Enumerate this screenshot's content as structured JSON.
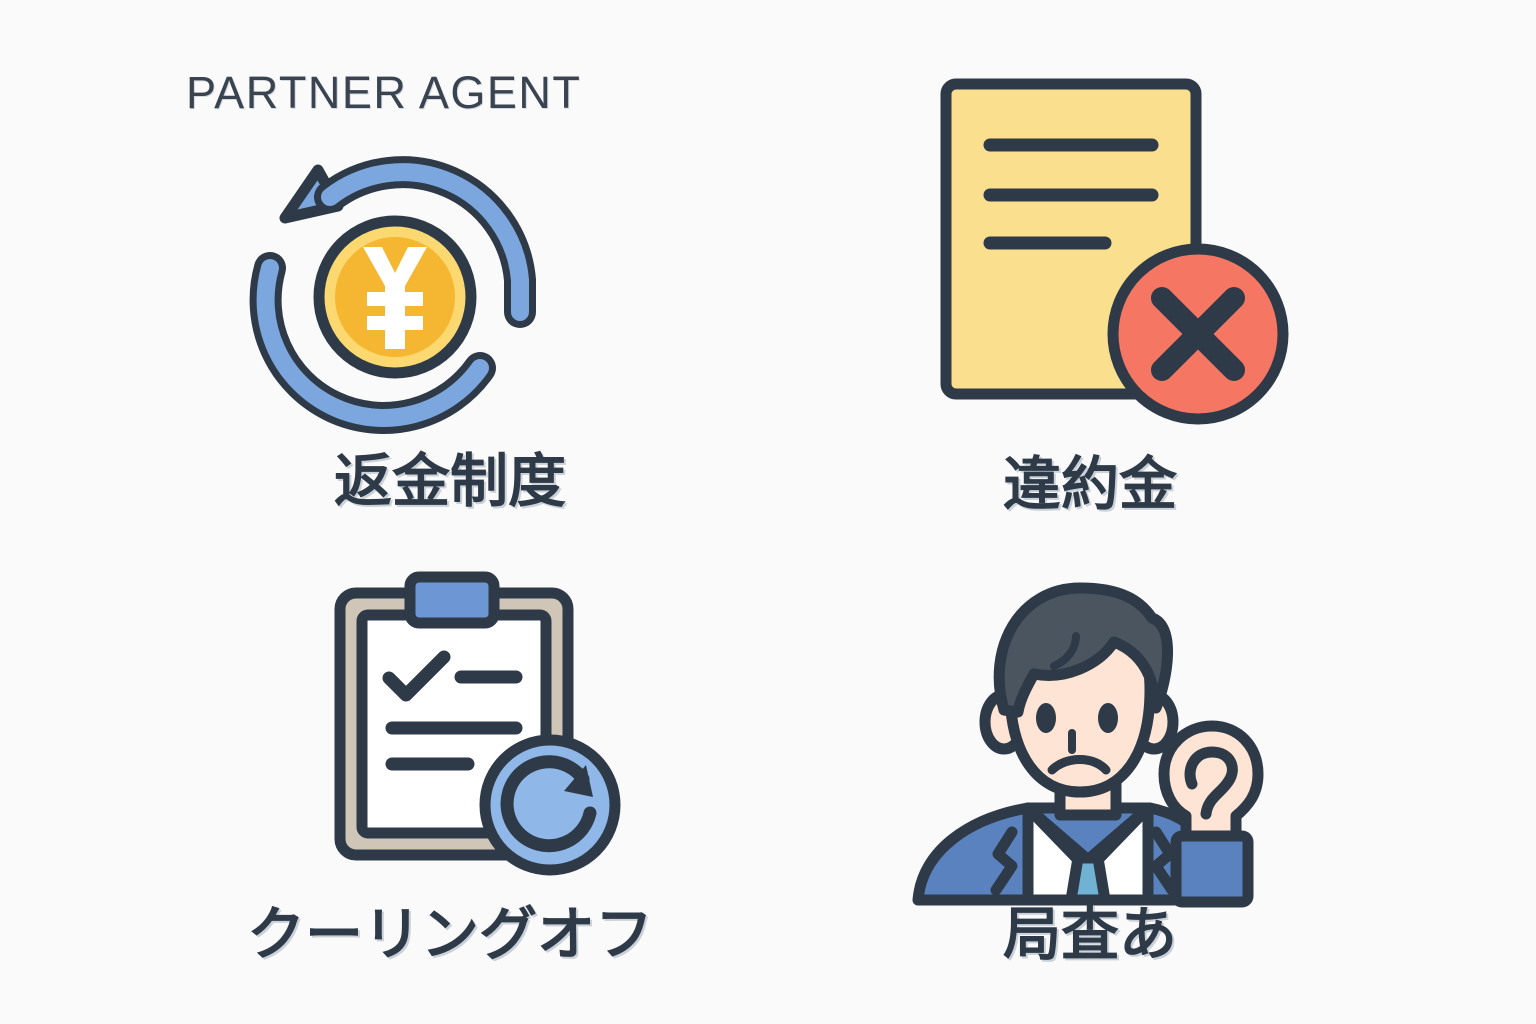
{
  "page": {
    "background_color": "#fafafa",
    "brand_title": "PARTNER AGENT"
  },
  "palette": {
    "stroke_dark": "#2e3a47",
    "blue_arrow": "#7ba7de",
    "blue_badge": "#8fb8e8",
    "blue_clip": "#6d96d4",
    "suit_blue": "#5a82be",
    "tie_blue": "#6fb2d4",
    "coin_outer": "#fbd870",
    "coin_inner": "#f5b731",
    "document_yellow": "#fadf8f",
    "red_x": "#f47663",
    "clipboard_board": "#cfc6b8",
    "paper_white": "#ffffff",
    "skin": "#fde4d4",
    "hair": "#4a5560",
    "label_text": "#2e3a47",
    "title_text": "#3a4450"
  },
  "items": [
    {
      "id": "refund",
      "label": "返金制度",
      "icon_name": "refund-cycle-yen-coin-icon",
      "icon_parts": [
        "circular-arrow-icon",
        "yen-coin-icon"
      ],
      "currency_symbol": "¥"
    },
    {
      "id": "penalty",
      "label": "違約金",
      "icon_name": "document-rejected-icon",
      "icon_parts": [
        "document-icon",
        "red-x-circle-icon"
      ],
      "document_line_count": 3
    },
    {
      "id": "coolingoff",
      "label": "クーリングオフ",
      "icon_name": "clipboard-refresh-icon",
      "icon_parts": [
        "clipboard-icon",
        "checkmark-icon",
        "refresh-circle-icon"
      ],
      "clipboard_line_count": 3
    },
    {
      "id": "inquiry",
      "label": "局査あ",
      "icon_name": "worried-businessman-listening-icon",
      "icon_parts": [
        "person-icon",
        "ear-icon"
      ]
    }
  ]
}
